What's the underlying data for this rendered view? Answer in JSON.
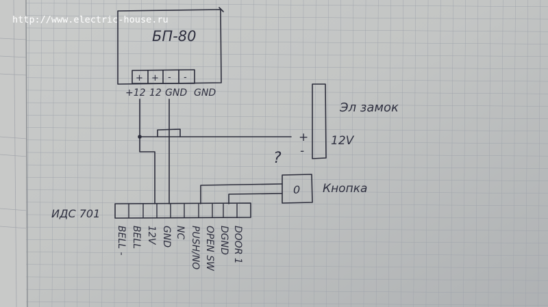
{
  "watermark": "http://www.electric-house.ru",
  "power_supply": {
    "name": "БП-80",
    "terminal_signs": [
      "+",
      "+",
      "-",
      "-"
    ],
    "terminal_labels": [
      "+12",
      "12",
      "GND",
      "GND"
    ]
  },
  "lock": {
    "name": "Эл замок",
    "plus": "+",
    "minus": "-",
    "voltage": "12V"
  },
  "question_mark": "?",
  "button": {
    "symbol": "0",
    "name": "Кнопка"
  },
  "controller": {
    "name": "ИДС 701",
    "pins": [
      "BELL -",
      "BELL",
      "12V",
      "GND",
      "NC",
      "PUSH/NO",
      "OPEN SW",
      "DGND",
      "DOOR 1"
    ]
  }
}
